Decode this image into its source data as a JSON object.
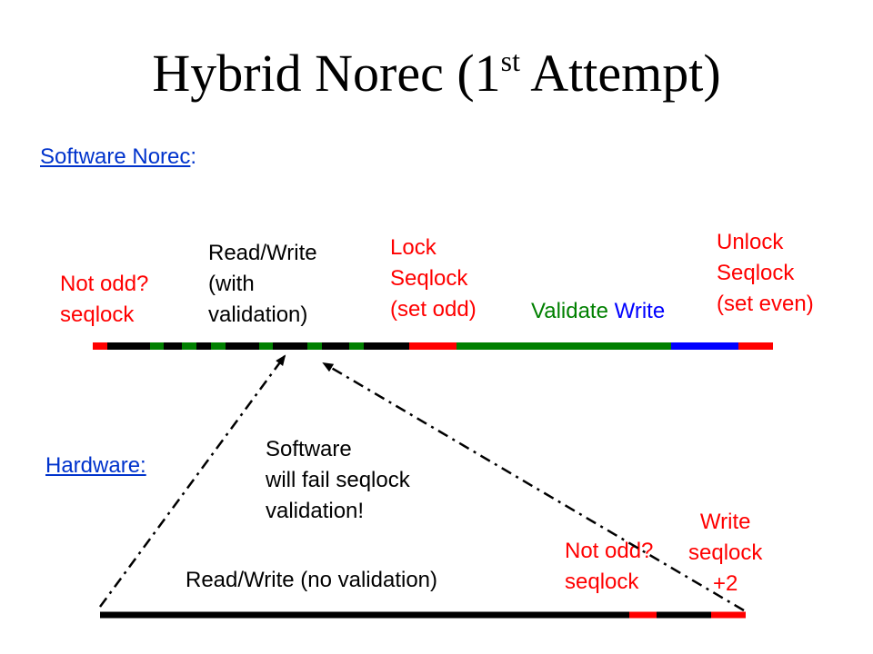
{
  "title": {
    "main": "Hybrid Norec (1",
    "sup": "st",
    "tail": " Attempt)"
  },
  "software": {
    "heading_link": "Software Norec",
    "heading_colon": ":",
    "not_odd": "Not odd?\nseqlock",
    "read_write": "Read/Write\n(with\nvalidation)",
    "lock": "Lock\nSeqlock\n(set odd)",
    "validate": "Validate",
    "write": "Write",
    "unlock": "Unlock\nSeqlock\n(set even)"
  },
  "hardware": {
    "heading_link": "Hardware:",
    "fail_note": "Software\nwill fail seqlock\nvalidation!",
    "read_write": "Read/Write (no validation)",
    "not_odd": "Not odd?\nseqlock",
    "write_seqlock": "Write\nseqlock\n+2"
  },
  "colors": {
    "red": "#ff0000",
    "green": "#008000",
    "blue": "#0000ff",
    "black": "#000000",
    "link": "#0033cc"
  }
}
